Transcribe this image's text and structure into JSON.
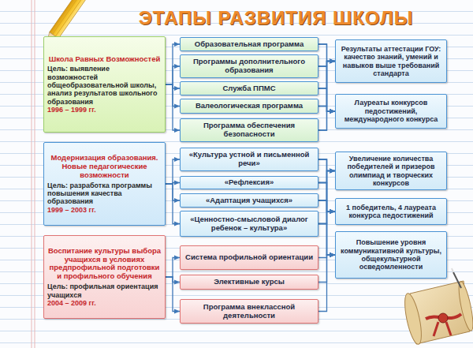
{
  "diagram": {
    "title": "ЭТАПЫ РАЗВИТИЯ ШКОЛЫ",
    "nodes": [
      {
        "text": [
          "Школа Равных Возможностей",
          "Цель: выявление возможностей общеобразовательной школы, анализ результатов школьного образования",
          "1996 – 1999 гг."
        ]
      },
      {
        "text": [
          "Образовательная программа"
        ]
      },
      {
        "text": [
          "Программы дополнительного образования"
        ]
      },
      {
        "text": [
          "Служба ППМС"
        ]
      },
      {
        "text": [
          "Валеологическая программа"
        ]
      },
      {
        "text": [
          "Программа обеспечения безопасности"
        ]
      },
      {
        "text": [
          "Результаты аттестации ГОУ: качество знаний, умений и навыков выше требований стандарта"
        ]
      },
      {
        "text": [
          "Лауреаты конкурсов педостижений, международного конкурса"
        ]
      },
      {
        "text": [
          "Модернизация образования. Новые педагогические возможности",
          "Цель: разработка программы повышения качества образования",
          "1999 – 2003 гг."
        ]
      },
      {
        "text": [
          "«Культура устной и письменной речи»"
        ]
      },
      {
        "text": [
          "«Рефлексия»"
        ]
      },
      {
        "text": [
          "«Адаптация учащихся»"
        ]
      },
      {
        "text": [
          "«Ценностно-смысловой диалог ребенок – культура»"
        ]
      },
      {
        "text": [
          "Увеличение количества победителей и призеров олимпиад и творческих конкурсов"
        ]
      },
      {
        "text": [
          "1 победитель, 4 лауреата конкурса педостижений"
        ]
      },
      {
        "text": [
          "Повышение уровня коммуникативной культуры, общекультурной осведомленности"
        ]
      },
      {
        "text": [
          "Воспитание культуры выбора учащихся в условиях предпрофильной подготовки и профильного обучения",
          "Цель: профильная ориентация учащихся",
          "2004 – 2009 гг."
        ]
      },
      {
        "text": [
          "Система профильной ориентации"
        ]
      },
      {
        "text": [
          "Элективные курсы"
        ]
      },
      {
        "text": [
          "Программа внеклассной деятельности"
        ]
      }
    ],
    "edges": [
      {
        "from": 0,
        "to": 1,
        "arrow": "to"
      },
      {
        "from": 0,
        "to": 2,
        "arrow": "to"
      },
      {
        "from": 0,
        "to": 3,
        "arrow": "to"
      },
      {
        "from": 0,
        "to": 4,
        "arrow": "to"
      },
      {
        "from": 0,
        "to": 5,
        "arrow": "to"
      },
      {
        "from": 1,
        "to": 6,
        "arrow": "to"
      },
      {
        "from": 1,
        "to": 7,
        "arrow": "to"
      },
      {
        "from": 2,
        "to": 6,
        "arrow": "to"
      },
      {
        "from": 2,
        "to": 7,
        "arrow": "to"
      },
      {
        "from": 3,
        "to": 6,
        "arrow": "to"
      },
      {
        "from": 3,
        "to": 7,
        "arrow": "to"
      },
      {
        "from": 4,
        "to": 6,
        "arrow": "to"
      },
      {
        "from": 4,
        "to": 7,
        "arrow": "to"
      },
      {
        "from": 5,
        "to": 6,
        "arrow": "to"
      },
      {
        "from": 5,
        "to": 7,
        "arrow": "to"
      },
      {
        "from": 8,
        "to": 9,
        "arrow": "to"
      },
      {
        "from": 8,
        "to": 10,
        "arrow": "to"
      },
      {
        "from": 8,
        "to": 11,
        "arrow": "to"
      },
      {
        "from": 8,
        "to": 12,
        "arrow": "to"
      },
      {
        "from": 9,
        "to": 13,
        "arrow": "to"
      },
      {
        "from": 9,
        "to": 14,
        "arrow": "to"
      },
      {
        "from": 9,
        "to": 15,
        "arrow": "to"
      },
      {
        "from": 10,
        "to": 13,
        "arrow": "to"
      },
      {
        "from": 10,
        "to": 14,
        "arrow": "to"
      },
      {
        "from": 10,
        "to": 15,
        "arrow": "to"
      },
      {
        "from": 11,
        "to": 13,
        "arrow": "to"
      },
      {
        "from": 11,
        "to": 14,
        "arrow": "to"
      },
      {
        "from": 11,
        "to": 15,
        "arrow": "to"
      },
      {
        "from": 12,
        "to": 13,
        "arrow": "to"
      },
      {
        "from": 12,
        "to": 14,
        "arrow": "to"
      },
      {
        "from": 12,
        "to": 15,
        "arrow": "to"
      },
      {
        "from": 16,
        "to": 17,
        "arrow": "to"
      },
      {
        "from": 16,
        "to": 18,
        "arrow": "to"
      },
      {
        "from": 16,
        "to": 19,
        "arrow": "to"
      },
      {
        "from": 17,
        "to": 15,
        "arrow": "to"
      },
      {
        "from": 18,
        "to": 15,
        "arrow": "to"
      },
      {
        "from": 19,
        "to": 15,
        "arrow": "to"
      }
    ]
  }
}
